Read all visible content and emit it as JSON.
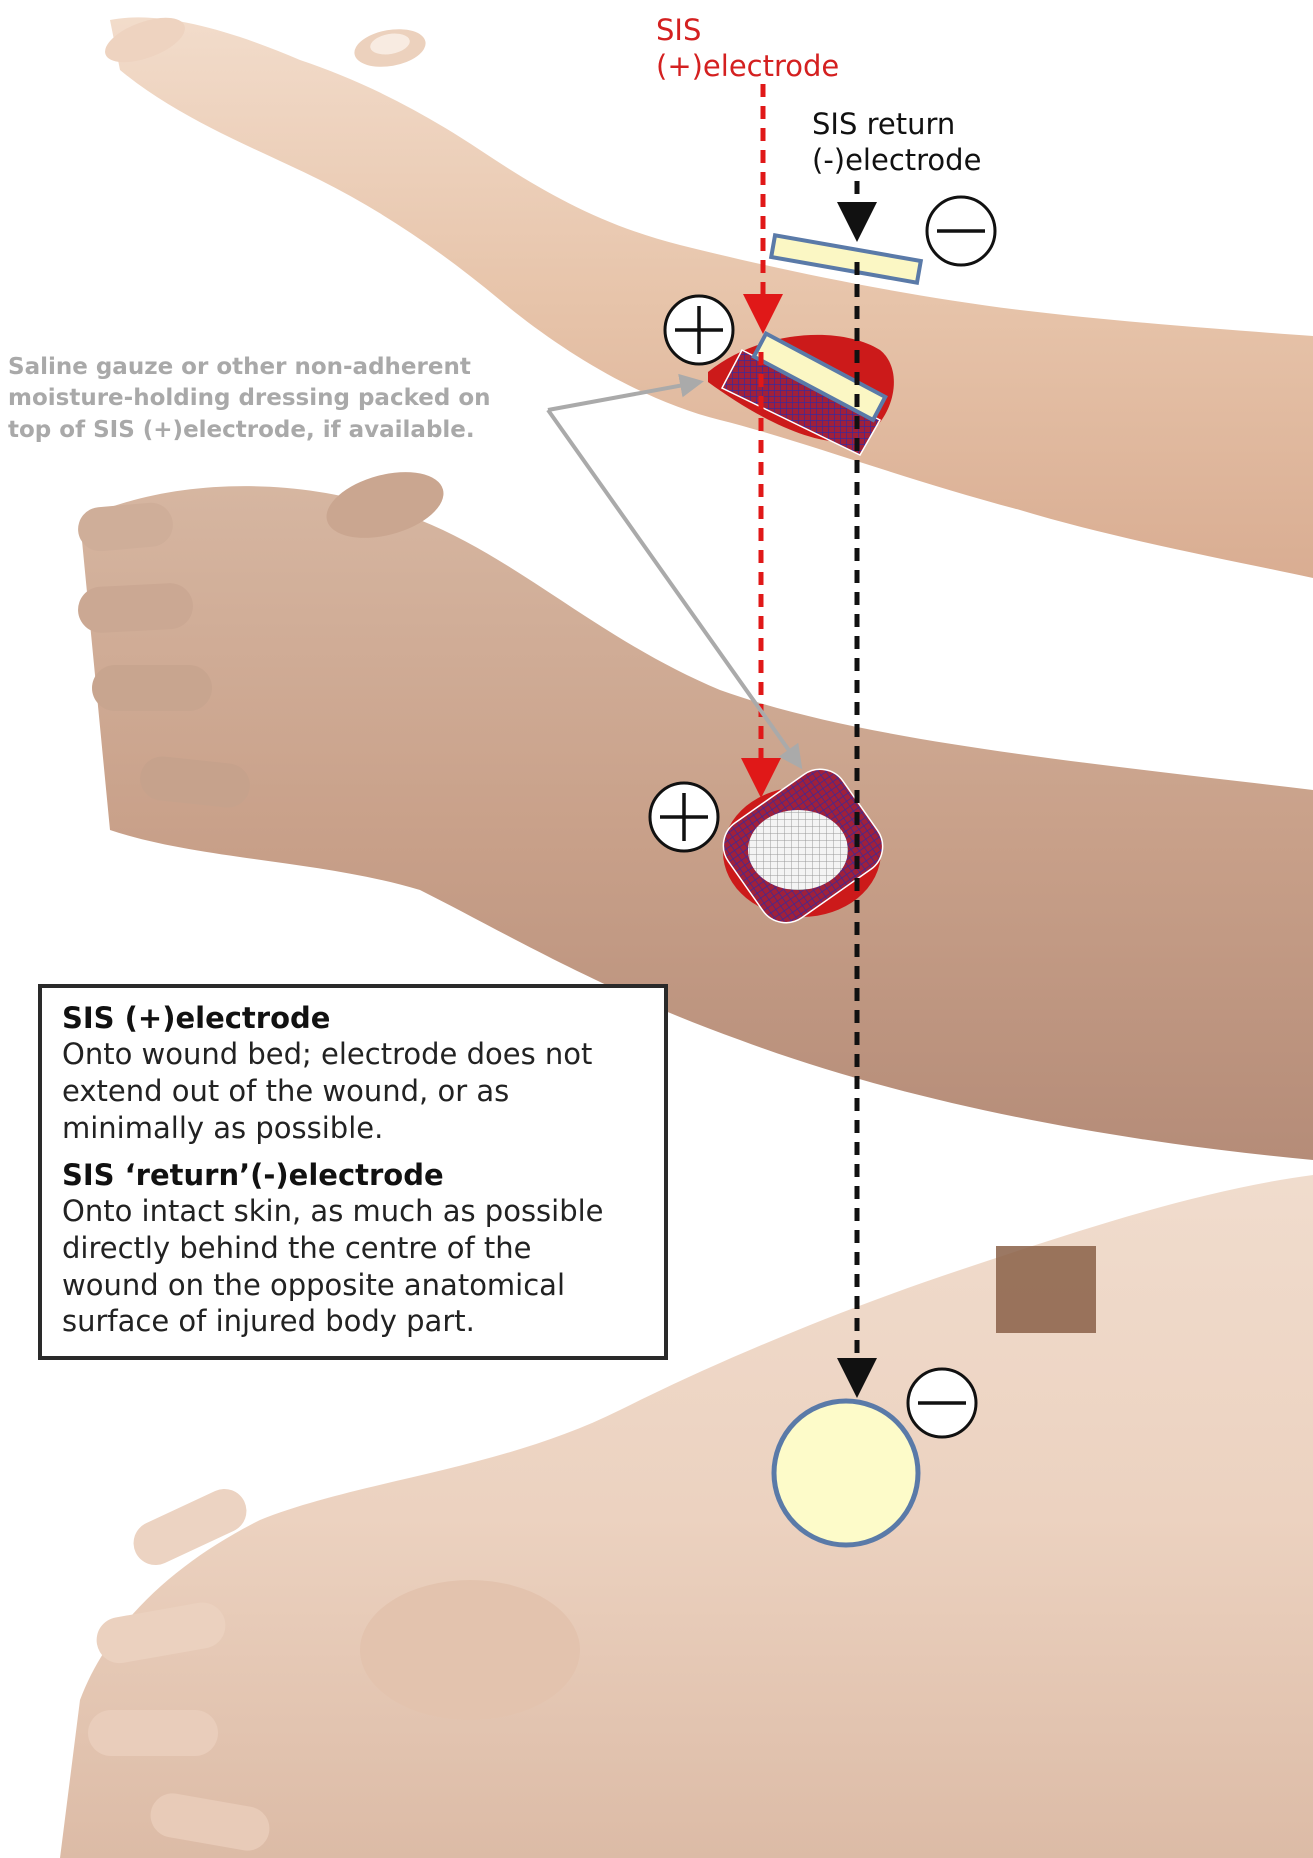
{
  "labels": {
    "positive_electrode": [
      "SIS",
      "(+)electrode"
    ],
    "return_electrode": [
      "SIS return",
      "(-)electrode"
    ],
    "gauze_note": [
      "Saline gauze or other non-adherent",
      "moisture-holding dressing packed on",
      "top of SIS (+)electrode, if available."
    ]
  },
  "info_box": {
    "positive_title": "SIS (+)electrode",
    "positive_text": [
      "Onto wound bed; electrode does not",
      "extend out of the wound, or as",
      "minimally as possible."
    ],
    "return_title": "SIS ‘return’(-)electrode",
    "return_text": [
      "Onto intact skin, as much as possible",
      "directly behind the centre of the",
      "wound on the opposite anatomical",
      "surface of injured body part."
    ]
  },
  "symbols": {
    "plus": "+",
    "minus": "−"
  },
  "colors": {
    "positive_line": "#e01818",
    "return_line": "#111111",
    "wound": "#cc1a1a",
    "electrode_fill": "#fbf7c4",
    "electrode_border": "#5a7aa8",
    "gauze_note": "#a9a9a9",
    "skin": "#e8c7ad"
  }
}
